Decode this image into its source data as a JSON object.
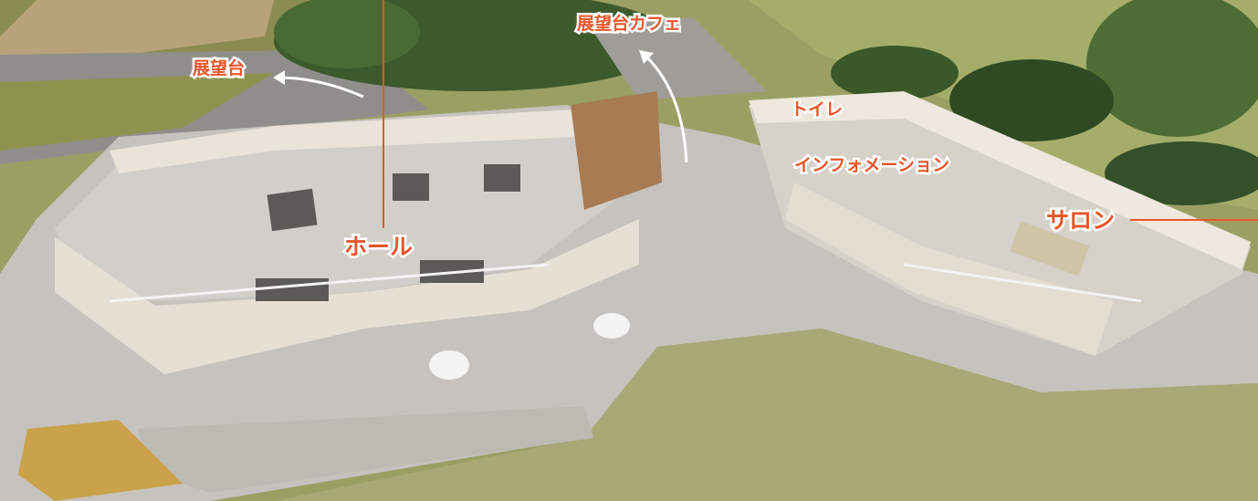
{
  "labels": {
    "observation_deck": "展望台",
    "observation_cafe": "展望台カフェ",
    "hall": "ホール",
    "toilet": "トイレ",
    "information": "インフォメーション",
    "salon": "サロン"
  },
  "colors": {
    "label_text": "#e8562a",
    "label_outline": "#ffffff",
    "leader_line": "#e8562a",
    "arrow": "#ffffff",
    "grass": "#8f9a5c",
    "paving": "#c9c6c1",
    "wall": "#ebe5dc",
    "trees": "#3f5a2e"
  }
}
